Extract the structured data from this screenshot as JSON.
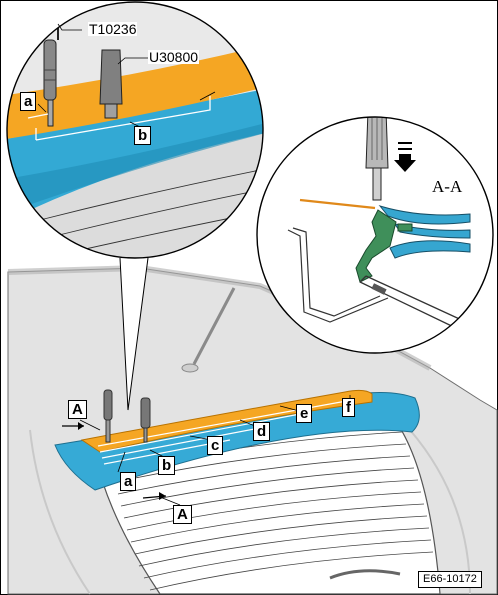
{
  "tools": {
    "primary": "T10236",
    "secondary": "U30800"
  },
  "labels": {
    "a": "a",
    "b": "b",
    "c": "c",
    "d": "d",
    "e": "e",
    "f": "f",
    "A": "A"
  },
  "section_view": {
    "title": "A-A"
  },
  "figure_code": "E66-10172",
  "colors": {
    "orange_strip": "#f5a623",
    "blue_seal": "#33a9d4",
    "green_clip": "#3f8f5a",
    "body_gray": "#e2e2e2"
  }
}
